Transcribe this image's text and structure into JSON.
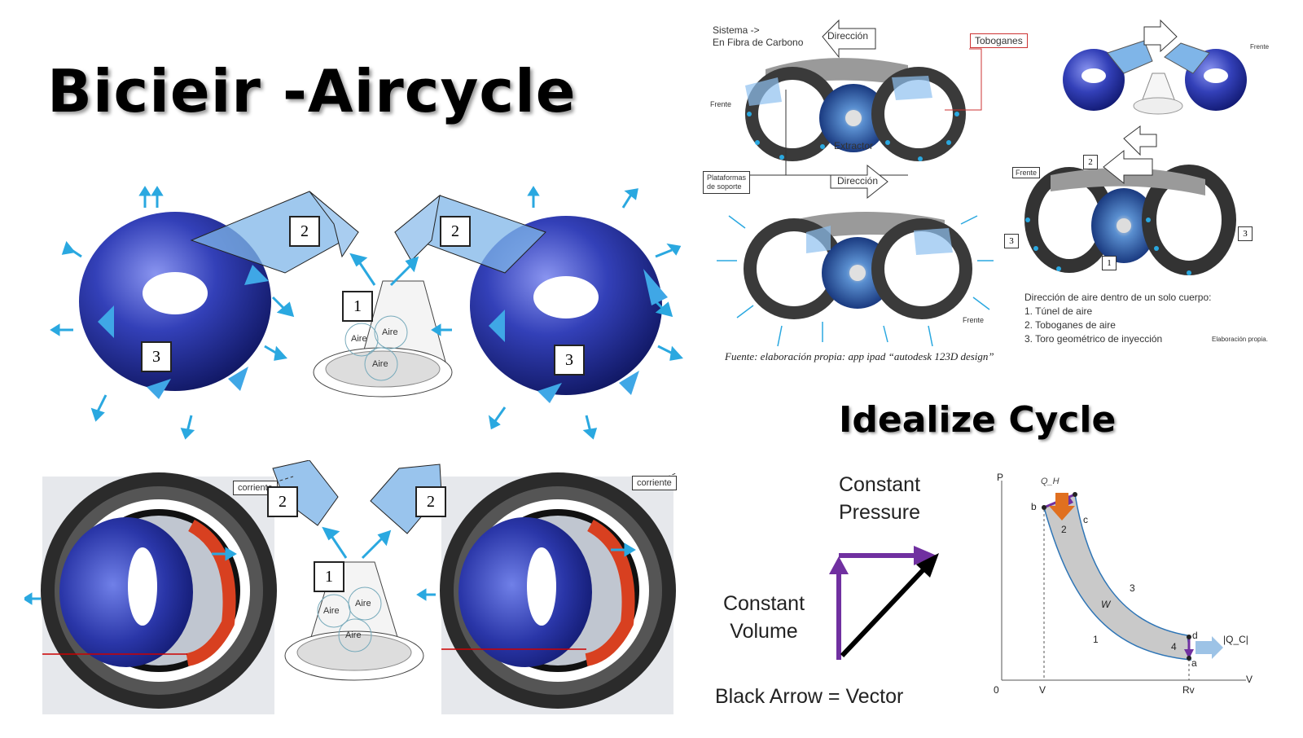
{
  "title": "Bicieir -Aircycle",
  "subtitle": "Idealize Cycle",
  "main_diagram": {
    "labels": [
      "2",
      "2",
      "1",
      "3",
      "3"
    ],
    "aire_labels": [
      "Aire",
      "Aire",
      "Aire"
    ]
  },
  "lower_diagram": {
    "corriente_left": "corriente",
    "corriente_right": "corriente",
    "labels": [
      "2",
      "2",
      "1"
    ],
    "aire_labels": [
      "Aire",
      "Aire",
      "Aire"
    ]
  },
  "top_right": {
    "sistema_line1": "Sistema ->",
    "sistema_line2": "En Fibra de Carbono",
    "direccion_top": "Dirección",
    "toboganes": "Toboganes",
    "frente_left": "Frente",
    "extractor": "Extractor",
    "plataformas_line1": "Plataformas",
    "plataformas_line2": "de soporte",
    "direccion_mid": "Dirección",
    "frente_bottom": "Frente",
    "frente_small_right": "Frente",
    "frente_box": "Frente",
    "box_labels": [
      "2",
      "3",
      "3",
      "1"
    ],
    "legend_heading": "Dirección de aire dentro de un solo cuerpo:",
    "legend_items": [
      "1.   Túnel de aire",
      "2.   Toboganes de aire",
      "3.   Toro geométrico de inyección"
    ],
    "elaboracion": "Elaboración propia.",
    "fuente": "Fuente: elaboración propia: app ipad “autodesk 123D design”"
  },
  "cycle": {
    "constant_pressure_line1": "Constant",
    "constant_pressure_line2": "Pressure",
    "constant_volume_line1": "Constant",
    "constant_volume_line2": "Volume",
    "black_arrow": "Black Arrow = Vector",
    "colors": {
      "purple": "#7030a0",
      "black": "#000000"
    }
  },
  "pv_diagram": {
    "axis_p": "P",
    "axis_v": "V",
    "origin": "0",
    "tick_v": "V",
    "tick_rv": "Rv",
    "qh": "Q_H",
    "qc": "|Q_C|",
    "w": "W",
    "points": [
      "a",
      "b",
      "c",
      "d"
    ],
    "process_numbers": [
      "1",
      "2",
      "3",
      "4"
    ],
    "colors": {
      "fill": "#c9c9c9",
      "curve": "#2e75b6",
      "qh_arrow": "#e07020",
      "qc_arrow": "#9dc3e6",
      "purple": "#7030a0"
    }
  },
  "colors": {
    "torus": "#2b36a8",
    "arrow_blue": "#2aa8e0",
    "duct": "#7fb5e8"
  }
}
